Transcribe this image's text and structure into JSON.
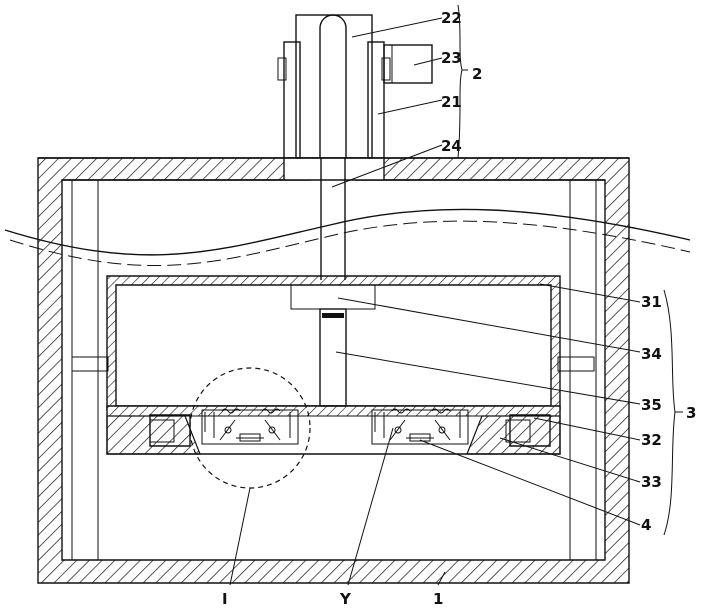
{
  "diagram": {
    "labels": {
      "l22": "22",
      "l23": "23",
      "l2": "2",
      "l21": "21",
      "l24": "24",
      "l31": "31",
      "l34": "34",
      "l35": "35",
      "l3": "3",
      "l32": "32",
      "l33": "33",
      "l4": "4",
      "lI": "I",
      "lY": "Y",
      "l1": "1"
    }
  }
}
